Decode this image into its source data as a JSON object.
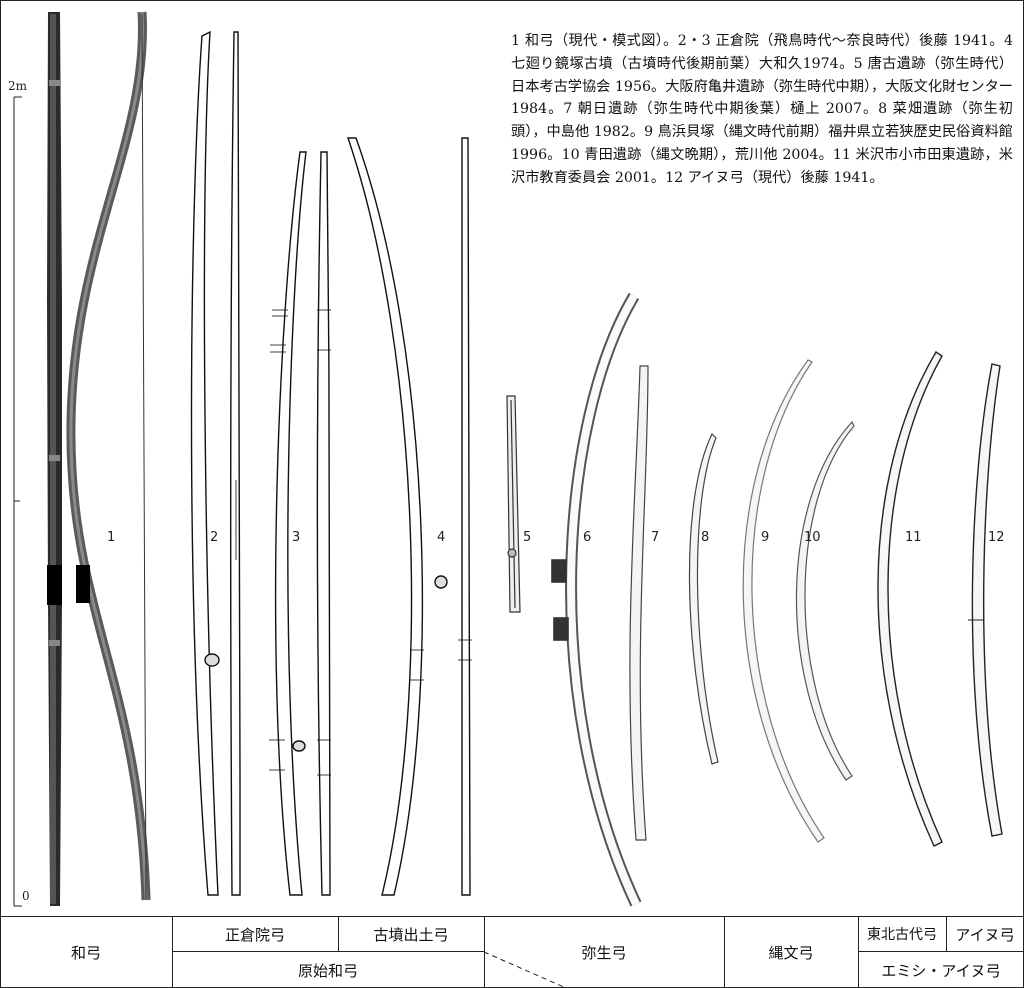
{
  "caption": "1 和弓（現代・模式図）。2・3 正倉院（飛鳥時代〜奈良時代）後藤 1941。4 七廻り鏡塚古墳（古墳時代後期前葉）大和久1974。5 唐古遺跡（弥生時代）日本考古学協会 1956。大阪府亀井遺跡（弥生時代中期），大阪文化財センター 1984。7 朝日遺跡（弥生時代中期後葉）樋上 2007。8 菜畑遺跡（弥生初頭），中島他 1982。9 鳥浜貝塚（縄文時代前期）福井県立若狭歴史民俗資料館 1996。10 青田遺跡（縄文晩期），荒川他 2004。11 米沢市小市田東遺跡，米沢市教育委員会 2001。12 アイヌ弓（現代）後藤 1941。",
  "scale": {
    "top_label": "2m",
    "bottom_label": "0"
  },
  "bow_numbers": [
    "1",
    "2",
    "3",
    "4",
    "5",
    "6",
    "7",
    "8",
    "9",
    "10",
    "11",
    "12"
  ],
  "table": {
    "wakyu": "和弓",
    "shosoin": "正倉院弓",
    "kofun": "古墳出土弓",
    "genshi": "原始和弓",
    "yayoi": "弥生弓",
    "jomon": "縄文弓",
    "tohoku": "東北古代弓",
    "ainu": "アイヌ弓",
    "emishi": "エミシ・アイヌ弓"
  },
  "colors": {
    "ink": "#111111",
    "wood": "#6b6b6b",
    "dark": "#2a2a2a"
  }
}
